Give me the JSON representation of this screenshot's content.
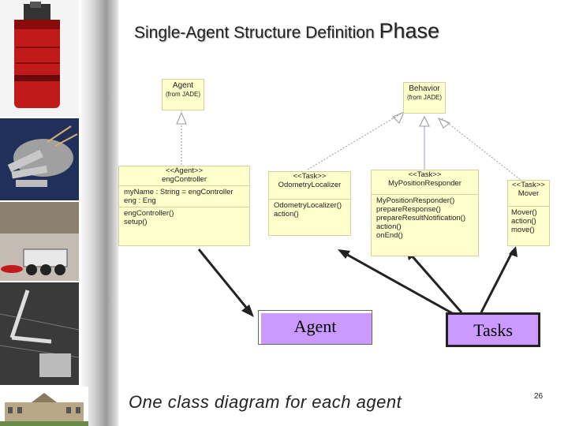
{
  "slide": {
    "title_main": "Single-Agent Structure Definition",
    "title_tail": "Phase",
    "caption": "One class diagram for each agent",
    "page_number": "26"
  },
  "diagram": {
    "agent_class": {
      "line1": "Agent",
      "line2": "(from JADE)"
    },
    "behavior_class": {
      "line1": "Behavior",
      "line2": "(from JADE)"
    },
    "eng_controller": {
      "stereotype": "<<Agent>>",
      "name": "engController",
      "attributes": [
        "myName : String = engController",
        "eng : Eng"
      ],
      "operations": [
        "engController()",
        "setup()"
      ]
    },
    "odometry": {
      "stereotype": "<<Task>>",
      "name": "OdometryLocalizer",
      "operations": [
        "OdometryLocalizer()",
        "action()"
      ]
    },
    "responder": {
      "stereotype": "<<Task>>",
      "name": "MyPositionResponder",
      "operations": [
        "MyPositionResponder()",
        "prepareResponse()",
        "prepareResultNotification()",
        "action()",
        "onEnd()"
      ]
    },
    "mover": {
      "stereotype": "<<Task>>",
      "name": "Mover",
      "operations": [
        "Mover()",
        "action()",
        "move()"
      ]
    }
  },
  "callouts": {
    "agent": "Agent",
    "tasks": "Tasks"
  },
  "colors": {
    "callout_fill": "#cc99ff",
    "uml_fill": "#ffffcc",
    "uml_border": "#d8d0a0"
  }
}
